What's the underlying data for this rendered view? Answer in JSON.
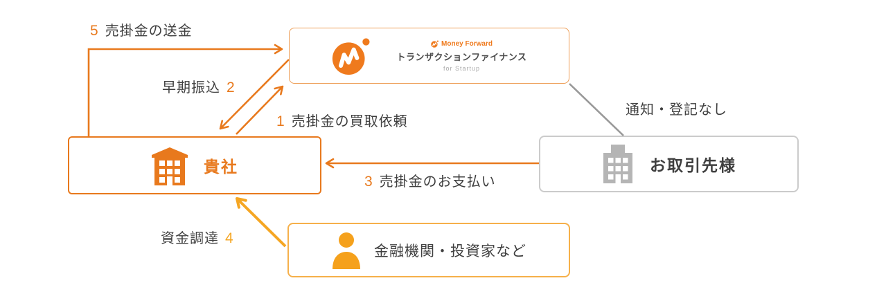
{
  "diagram_title": "Money Forward トランザクションファイナンス for Startup flow",
  "colors": {
    "deep_orange": "#e8791d",
    "light_orange": "#f5a623",
    "logo_orange": "#ef7a1d",
    "dark_text": "#3f3f3f",
    "gray_border": "#cbcbcb",
    "gray_icon": "#b5b5b5",
    "gray_line": "#999999",
    "sub_text_gray": "#aaaaaa",
    "background": "#ffffff"
  },
  "nodes": {
    "money_forward": {
      "brand": "Money Forward",
      "product": "トランザクションファイナンス",
      "sub": "for Startup",
      "icon": "money-forward-logo"
    },
    "your_company": {
      "label": "貴社",
      "icon": "building-icon-orange"
    },
    "client": {
      "label": "お取引先様",
      "icon": "building-icon-gray"
    },
    "investors": {
      "label": "金融機関・投資家など",
      "icon": "person-icon"
    }
  },
  "edges": {
    "step5": {
      "num": "5",
      "label": "売掛金の送金",
      "from": "your_company",
      "to": "money_forward",
      "color": "deep_orange"
    },
    "step2": {
      "num": "2",
      "label": "早期振込",
      "from": "money_forward",
      "to": "your_company",
      "color": "deep_orange"
    },
    "step1": {
      "num": "1",
      "label": "売掛金の買取依頼",
      "from": "your_company",
      "to": "money_forward",
      "color": "deep_orange"
    },
    "step3": {
      "num": "3",
      "label": "売掛金のお支払い",
      "from": "client",
      "to": "your_company",
      "color": "deep_orange"
    },
    "step4": {
      "num": "4",
      "label": "資金調達",
      "from": "investors",
      "to": "your_company",
      "color": "light_orange"
    },
    "notice": {
      "label": "通知・登記なし",
      "from": "money_forward",
      "to": "client",
      "color": "gray_line",
      "arrowhead": false
    }
  }
}
